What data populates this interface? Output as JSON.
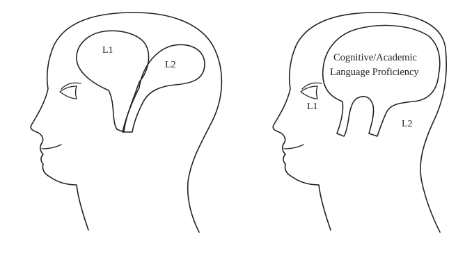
{
  "left_panel": {
    "l1_label": "L1",
    "l2_label": "L2"
  },
  "right_panel": {
    "cup_label_line1": "Cognitive/Academic",
    "cup_label_line2": "Language Proficiency",
    "l1_label": "L1",
    "l2_label": "L2"
  },
  "colors": {
    "ink": "#222222",
    "background": "#ffffff"
  }
}
